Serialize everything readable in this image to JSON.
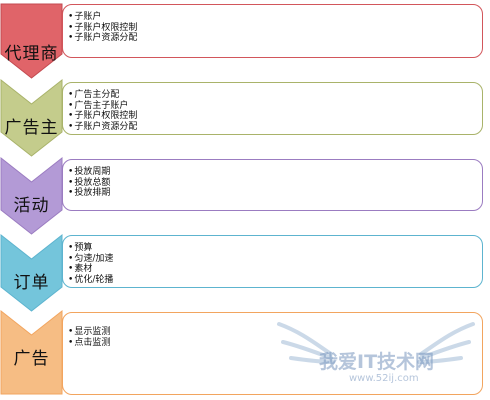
{
  "stages": [
    {
      "label": "代理商",
      "color": "#d2565b",
      "items": [
        "子账户",
        "子账户权限控制",
        "子账户资源分配"
      ]
    },
    {
      "label": "广告主",
      "color": "#a9b36a",
      "items": [
        "广告主分配",
        "广告主子账户",
        "子账户权限控制",
        "子账户资源分配"
      ]
    },
    {
      "label": "活动",
      "color": "#9b7cc1",
      "items": [
        "投放周期",
        "投放总额",
        "投放排期"
      ]
    },
    {
      "label": "订单",
      "color": "#5db4cf",
      "items": [
        "预算",
        "匀速/加速",
        "素材",
        "优化/轮播"
      ]
    },
    {
      "label": "广告",
      "color": "#f2a55f",
      "items": [
        "显示监测",
        "点击监测"
      ]
    }
  ],
  "watermark": {
    "text": "我爱IT技术网",
    "url": "www.52ij.com"
  }
}
